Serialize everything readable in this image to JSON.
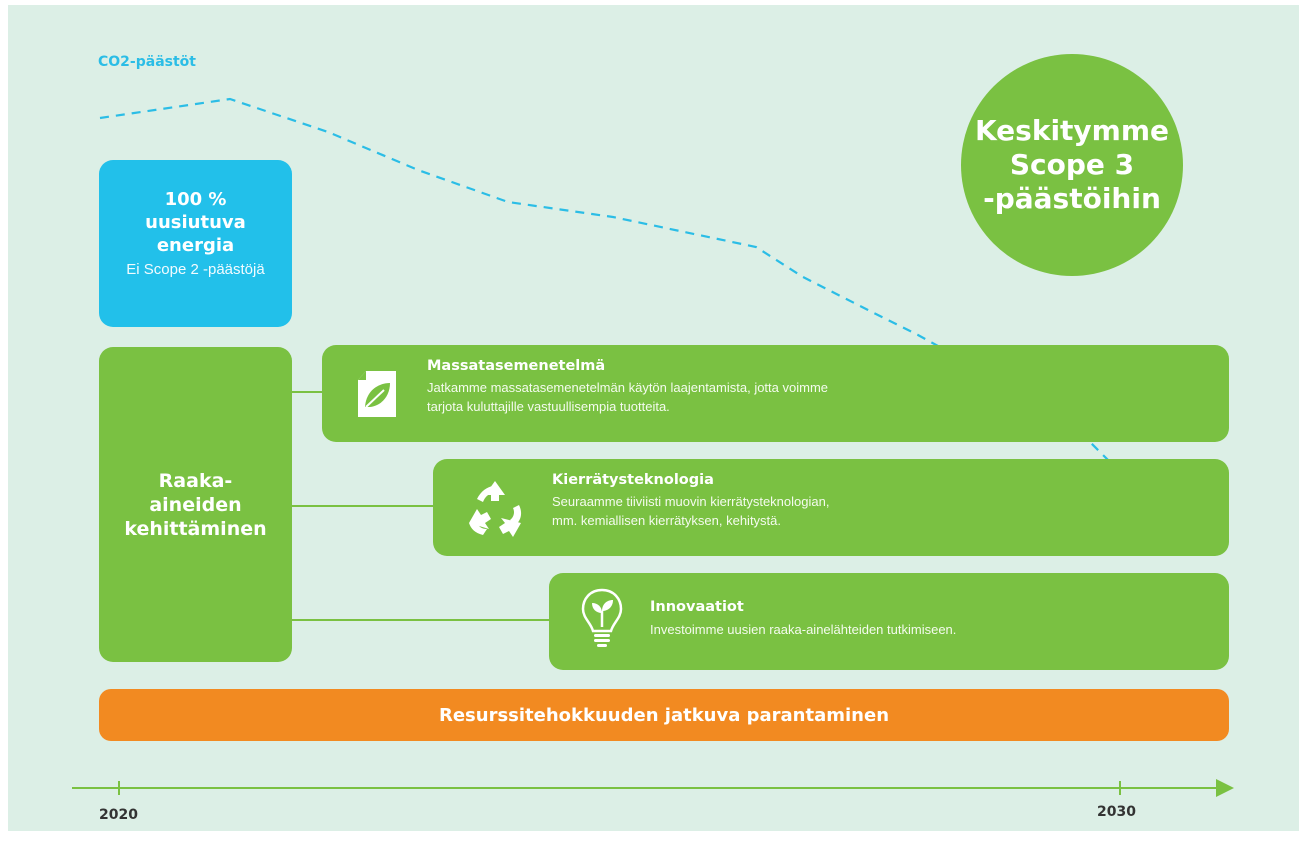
{
  "co2_label": "CO2-päästöt",
  "circle_text": "Keskitymme\nScope 3\n-päästöihin",
  "renewable": {
    "title": "100 %\nuusiutuva\nenergia",
    "subtitle": "Ei Scope 2 -päästöjä"
  },
  "raw_materials": "Raaka-\naineiden\nkehittäminen",
  "items": [
    {
      "title": "Massatasemenetelmä",
      "desc_line1": "Jatkamme massatasemenetelmän käytön laajentamista, jotta voimme",
      "desc_line2": "tarjota kuluttajille vastuullisempia tuotteita.",
      "icon": "document-leaf-icon"
    },
    {
      "title": "Kierrätysteknologia",
      "desc_line1": "Seuraamme tiiviisti muovin kierrätysteknologian,",
      "desc_line2": "mm. kemiallisen kierrätyksen, kehitystä.",
      "icon": "recycle-icon"
    },
    {
      "title": "Innovaatiot",
      "desc_line1": "Investoimme uusien raaka-ainelähteiden tutkimiseen.",
      "desc_line2": "",
      "icon": "lightbulb-sprout-icon"
    }
  ],
  "bottom_bar": "Resurssitehokkuuden jatkuva parantaminen",
  "timeline": {
    "start": "2020",
    "end": "2030"
  },
  "colors": {
    "background": "#dcefe6",
    "green": "#7ac142",
    "blue": "#22c0ea",
    "orange": "#f28a21",
    "dashed_line": "#2bbde6"
  }
}
